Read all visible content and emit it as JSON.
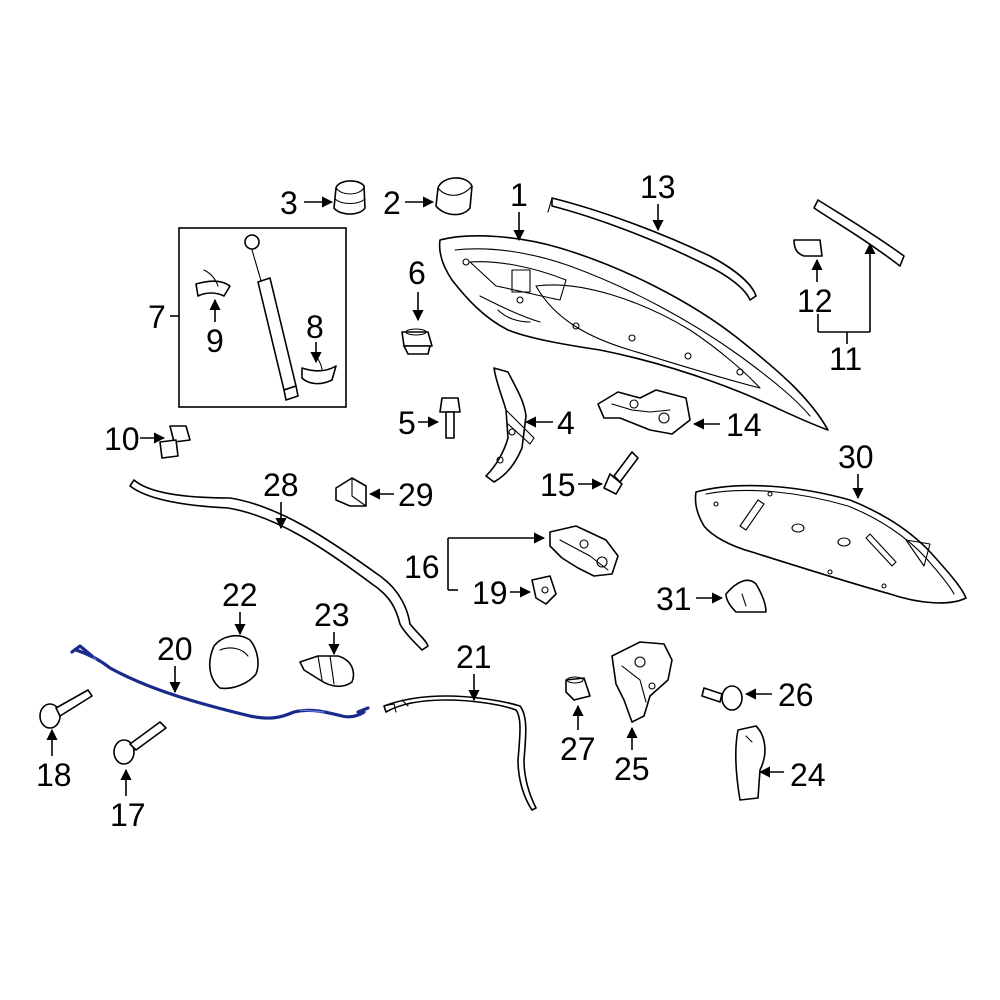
{
  "callouts": {
    "c1": "1",
    "c2": "2",
    "c3": "3",
    "c4": "4",
    "c5": "5",
    "c6": "6",
    "c7": "7",
    "c8": "8",
    "c9": "9",
    "c10": "10",
    "c11": "11",
    "c12": "12",
    "c13": "13",
    "c14": "14",
    "c15": "15",
    "c16": "16",
    "c17": "17",
    "c18": "18",
    "c19": "19",
    "c20": "20",
    "c21": "21",
    "c22": "22",
    "c23": "23",
    "c24": "24",
    "c25": "25",
    "c26": "26",
    "c27": "27",
    "c28": "28",
    "c29": "29",
    "c30": "30",
    "c31": "31"
  },
  "colors": {
    "line": "#000000",
    "highlight": "#1a2a8c",
    "background": "#ffffff"
  },
  "highlighted_part": "20"
}
